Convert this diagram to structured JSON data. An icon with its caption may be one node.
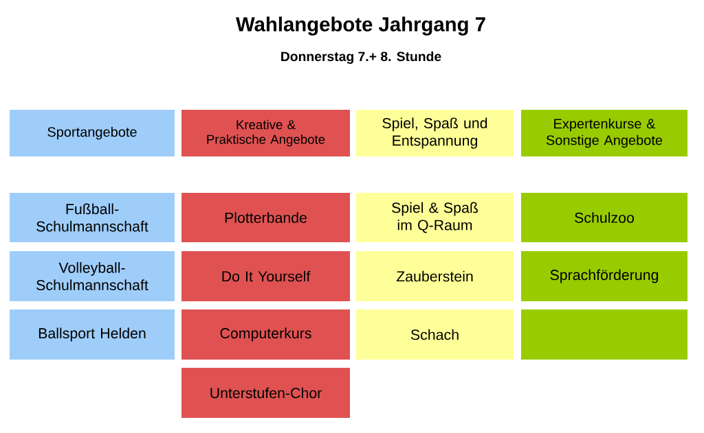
{
  "diagram": {
    "title": "Wahlangebote Jahrgang 7",
    "caption": "Donnerstag 7.+ 8. Stunde",
    "nodes": [
      {
        "text": [
          "Sportangebote"
        ]
      },
      {
        "text": [
          "Kreative & Praktische Angebote"
        ]
      },
      {
        "text": [
          "Spiel, Spaß und Entspannung"
        ]
      },
      {
        "text": [
          "Expertenkurse & Sonstige Angebote"
        ]
      },
      {
        "text": [
          "Fußball-Schulmannschaft"
        ]
      },
      {
        "text": [
          "Plotterbande"
        ]
      },
      {
        "text": [
          "Spiel & Spaß im Q-Raum"
        ]
      },
      {
        "text": [
          "Schulzoo"
        ]
      },
      {
        "text": [
          "Volleyball-Schulmannschaft"
        ]
      },
      {
        "text": [
          "Do It Yourself"
        ]
      },
      {
        "text": [
          "Zauberstein"
        ]
      },
      {
        "text": [
          "Sprachförderung"
        ]
      },
      {
        "text": [
          "Ballsport Helden"
        ]
      },
      {
        "text": [
          "Computerkurs"
        ]
      },
      {
        "text": [
          "Schach"
        ]
      },
      {
        "text": [],
        "shape": "box"
      },
      {
        "text": [
          "Unterstufen-Chor"
        ]
      }
    ]
  }
}
